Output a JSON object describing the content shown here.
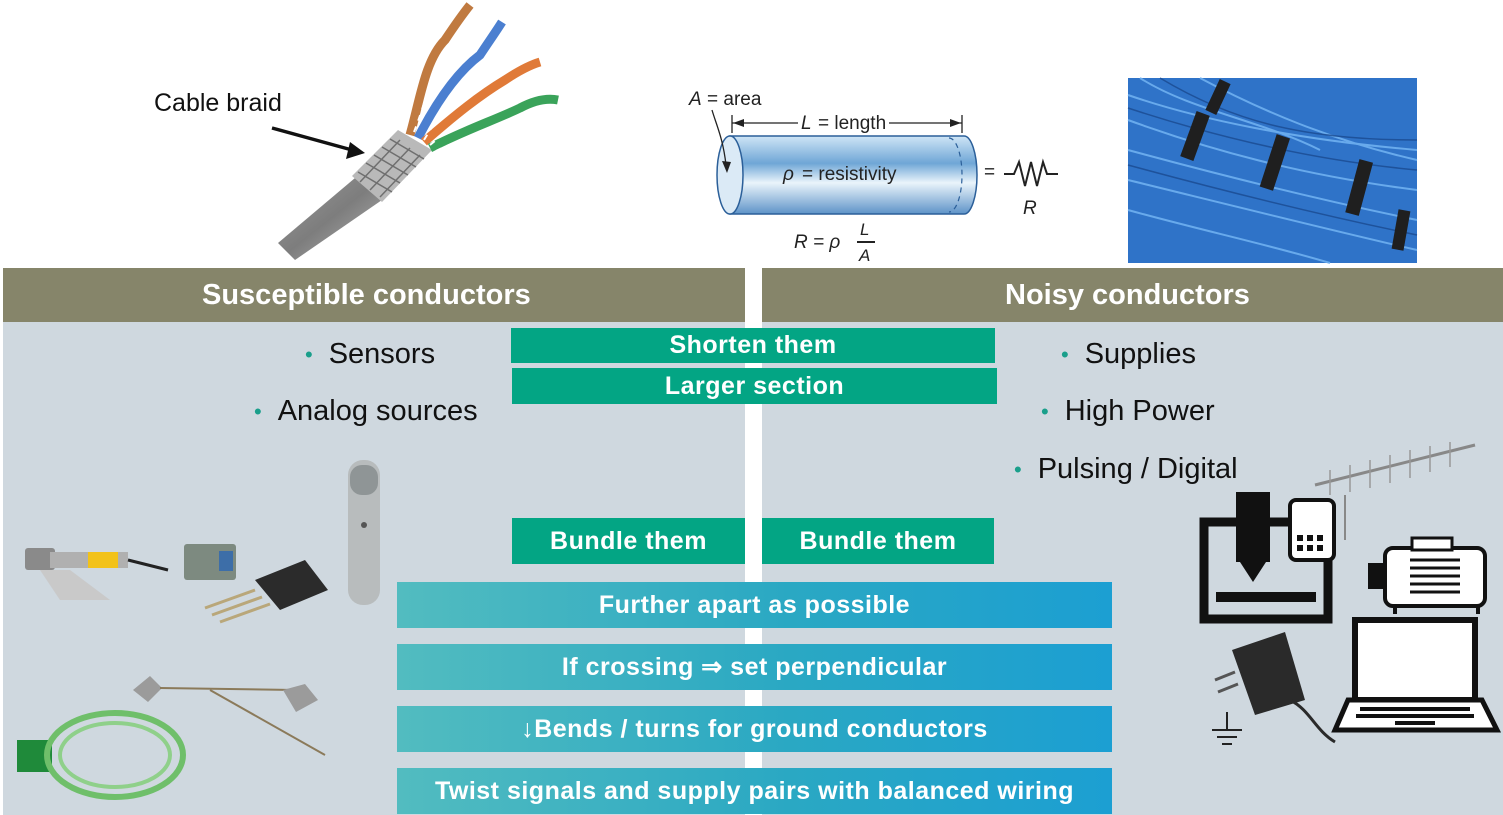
{
  "top": {
    "cable_label": "Cable braid",
    "resistor": {
      "area_symbol": "A",
      "area_text": "= area",
      "length_symbol": "L",
      "length_text": "= length",
      "rho_symbol": "ρ",
      "rho_text": "= resistivity",
      "equals": "=",
      "r_symbol": "R",
      "formula_lhs": "R = ρ",
      "formula_num": "L",
      "formula_den": "A"
    }
  },
  "left": {
    "header": "Susceptible conductors",
    "bullets": [
      "Sensors",
      "Analog sources"
    ]
  },
  "right": {
    "header": "Noisy conductors",
    "bullets": [
      "Supplies",
      "High Power",
      "Pulsing / Digital"
    ]
  },
  "center": {
    "shorten": "Shorten them",
    "larger": "Larger section",
    "bundle_left": "Bundle them",
    "bundle_right": "Bundle them"
  },
  "rules": [
    "Further apart as possible",
    "If crossing ⇒ set perpendicular",
    "↓Bends / turns for ground conductors",
    "Twist signals and supply pairs with balanced wiring"
  ],
  "colors": {
    "header": "#86856a",
    "panel": "#cfd8df",
    "green_box": "#03a584",
    "bullet": "#1a9f8b",
    "bar_start": "#52bcc0",
    "bar_end": "#1c9fd2"
  }
}
